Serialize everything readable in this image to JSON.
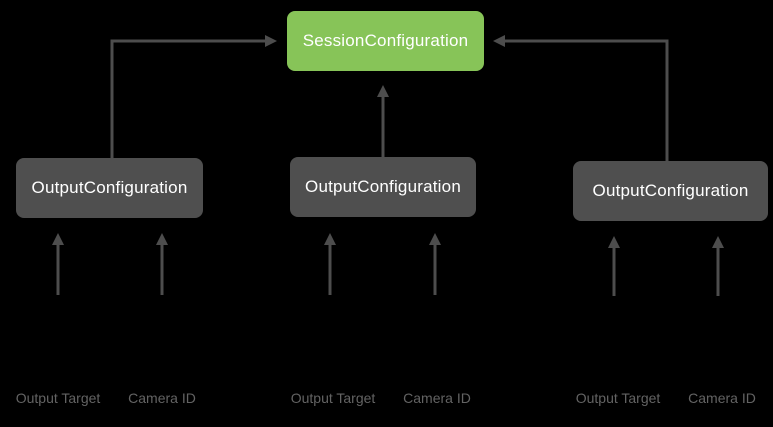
{
  "diagram": {
    "colors": {
      "background": "#000000",
      "session_node_fill": "#87C458",
      "node_text": "#FFFFFF",
      "output_node_fill": "#4F4F4F",
      "arrow": "#4D4D4D",
      "input_label_text": "#636363"
    },
    "session_node": {
      "label": "SessionConfiguration"
    },
    "output_nodes": [
      {
        "label": "OutputConfiguration",
        "inputs": [
          "Output Target",
          "Camera ID"
        ]
      },
      {
        "label": "OutputConfiguration",
        "inputs": [
          "Output Target",
          "Camera ID"
        ]
      },
      {
        "label": "OutputConfiguration",
        "inputs": [
          "Output Target",
          "Camera ID"
        ]
      }
    ]
  }
}
